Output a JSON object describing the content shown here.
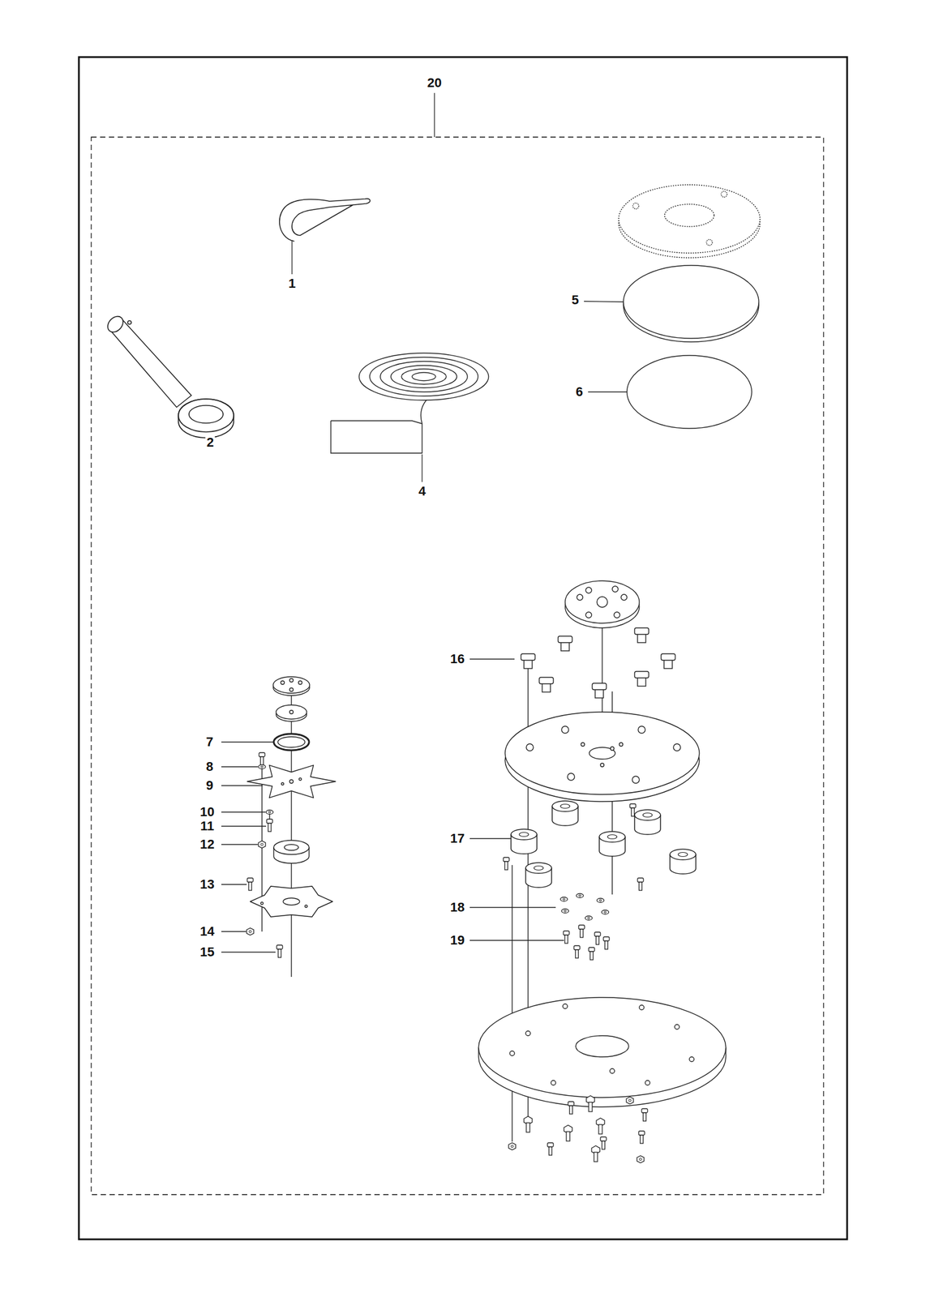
{
  "diagram": {
    "labels": [
      "20",
      "1",
      "5",
      "2",
      "6",
      "4",
      "16",
      "7",
      "8",
      "9",
      "10",
      "11",
      "12",
      "17",
      "13",
      "18",
      "14",
      "19",
      "15"
    ]
  }
}
